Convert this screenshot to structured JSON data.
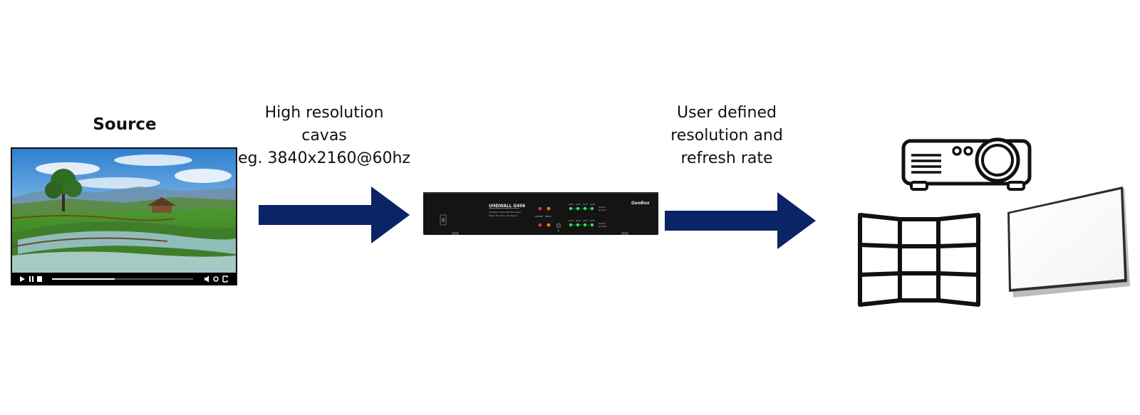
{
  "source": {
    "title": "Source"
  },
  "captions": {
    "input": [
      "High resolution",
      "cavas",
      "eg. 3840x2160@60hz"
    ],
    "output": [
      "User defined",
      "resolution and",
      "refresh rate"
    ]
  },
  "device": {
    "model": "UHDWALL G406",
    "subtitle_1": "4 Output Video Wall Processor",
    "subtitle_2": "Mixed HD 16:9 / 4K Output",
    "brand": "GeoBox",
    "led_labels": {
      "power": "POWER",
      "input": "INPUT",
      "ir": "IR"
    },
    "out_row_a": [
      "OUT1",
      "OUT2",
      "OUT3",
      "OUT4"
    ],
    "out_row_b": [
      "OUT5",
      "OUT6",
      "OUT7",
      "OUT8"
    ],
    "group_a": [
      "Output",
      "Group A"
    ],
    "group_b": [
      "Output",
      "Group B"
    ]
  },
  "colors": {
    "arrow": "#0b2466",
    "device_body": "#141414",
    "led_green": "#36e24a",
    "led_red": "#e23426",
    "led_orange": "#ee7a14",
    "icon_stroke": "#111111"
  },
  "icons": {
    "player": "video-player-icon",
    "projector": "projector-icon",
    "videowall": "video-wall-icon",
    "screen": "display-screen-icon"
  }
}
